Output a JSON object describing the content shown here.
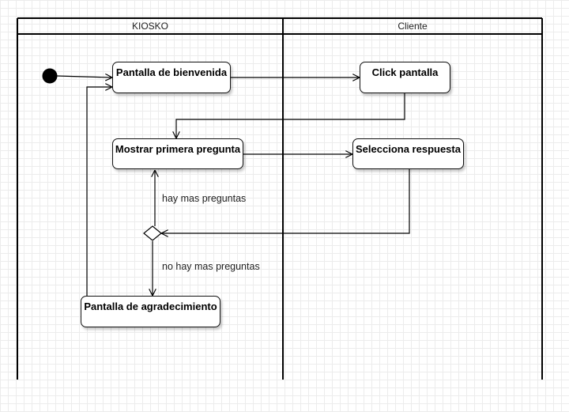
{
  "lanes": [
    "KIOSKO",
    "Cliente"
  ],
  "nodes": {
    "bienvenida": "Pantalla de bienvenida",
    "click": "Click pantalla",
    "pregunta": "Mostrar primera pregunta",
    "respuesta": "Selecciona respuesta",
    "agradecimiento": "Pantalla de agradecimiento"
  },
  "guards": {
    "loop": "hay mas preguntas",
    "exit": "no hay mas preguntas"
  }
}
